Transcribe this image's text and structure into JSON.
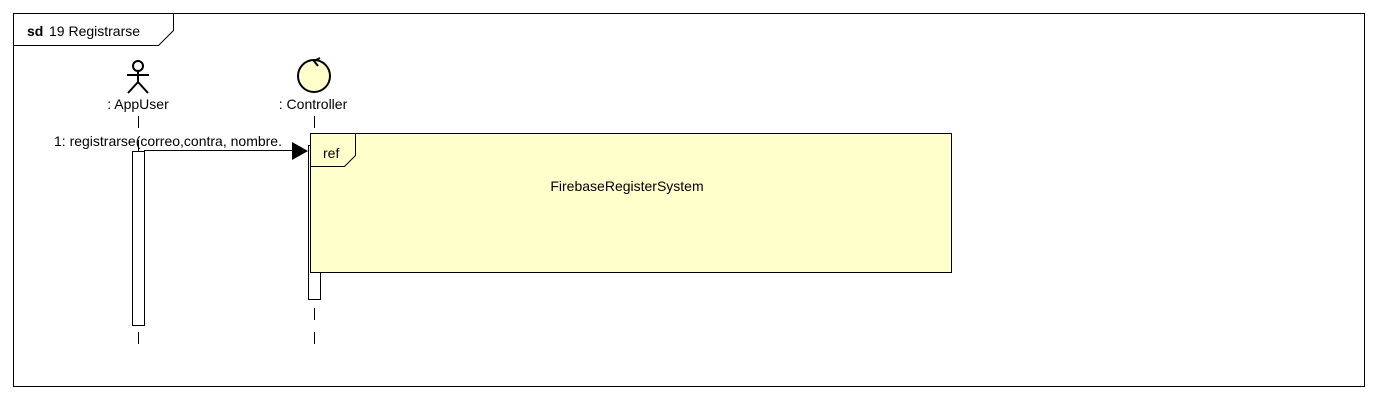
{
  "frame": {
    "keyword": "sd",
    "title": "19 Registrarse"
  },
  "lifelines": [
    {
      "name": ": AppUser",
      "kind": "actor"
    },
    {
      "name": ": Controller",
      "kind": "control"
    }
  ],
  "messages": [
    {
      "label": "1: registrarse(correo,contra, nombre.",
      "from": ": AppUser",
      "to": ": Controller",
      "arrow": "synchronous"
    }
  ],
  "interaction_use": {
    "tag": "ref",
    "name": "FirebaseRegisterSystem"
  },
  "colors": {
    "ref_fill": "#FFFFCC",
    "line": "#000000",
    "background": "#FFFFFF"
  }
}
